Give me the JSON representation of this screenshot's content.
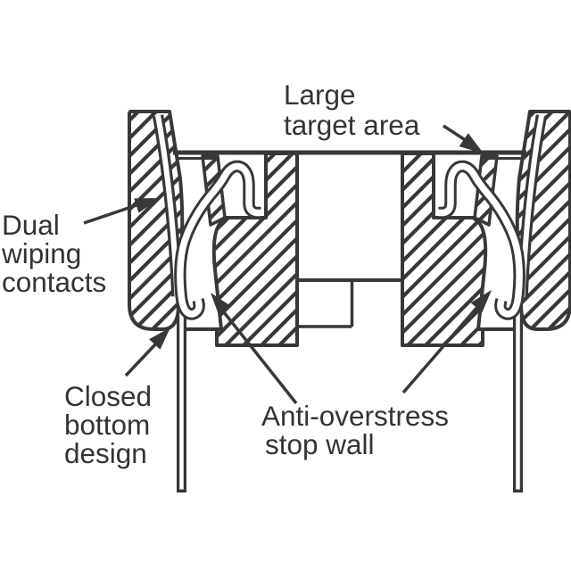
{
  "diagram": {
    "type": "connector-contact-cross-section",
    "colors": {
      "background": "#ffffff",
      "line": "#383838",
      "text": "#333333"
    },
    "labels": {
      "large_target": {
        "line1": "Large",
        "line2": "target area"
      },
      "dual_wiping": {
        "line1": "Dual",
        "line2": "wiping",
        "line3": "contacts"
      },
      "closed_bottom": {
        "line1": "Closed",
        "line2": "bottom",
        "line3": "design"
      },
      "anti_overstress": {
        "line1": "Anti-overstress",
        "line2": "stop wall"
      }
    }
  }
}
